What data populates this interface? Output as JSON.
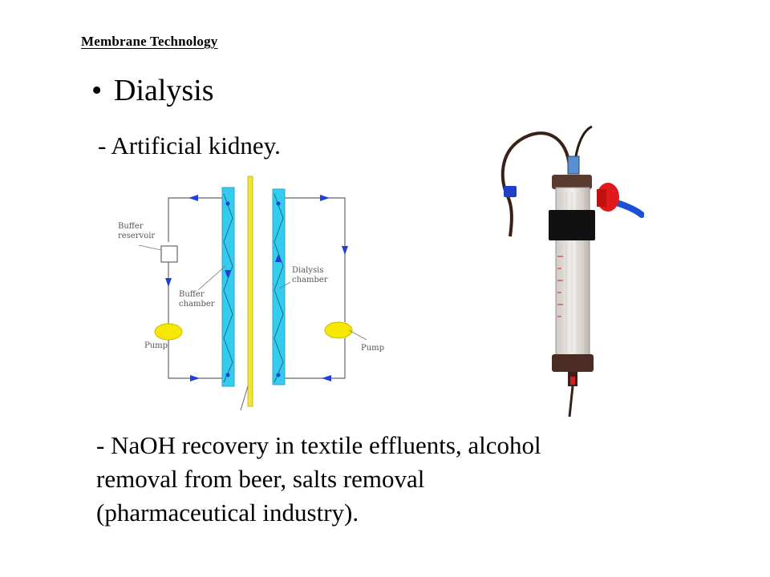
{
  "header": "Membrane Technology",
  "title": {
    "bullet": "•",
    "text": "Dialysis"
  },
  "sub1": "- Artificial kidney.",
  "diagram": {
    "labels": {
      "buffer_reservoir_1": "Buffer",
      "buffer_reservoir_2": "reservoir",
      "buffer_chamber_1": "Buffer",
      "buffer_chamber_2": "chamber",
      "dialysis_chamber_1": "Dialysis",
      "dialysis_chamber_2": "chamber",
      "pump_left": "Pump",
      "pump_right": "Pump"
    },
    "colors": {
      "chamber": "#33ccee",
      "membrane": "#f4e532",
      "pump": "#f6e800",
      "arrow": "#1f3fd8"
    }
  },
  "sub2_lines": [
    "- NaOH recovery in textile effluents, alcohol",
    "removal from beer, salts removal",
    "(pharmaceutical industry)."
  ]
}
